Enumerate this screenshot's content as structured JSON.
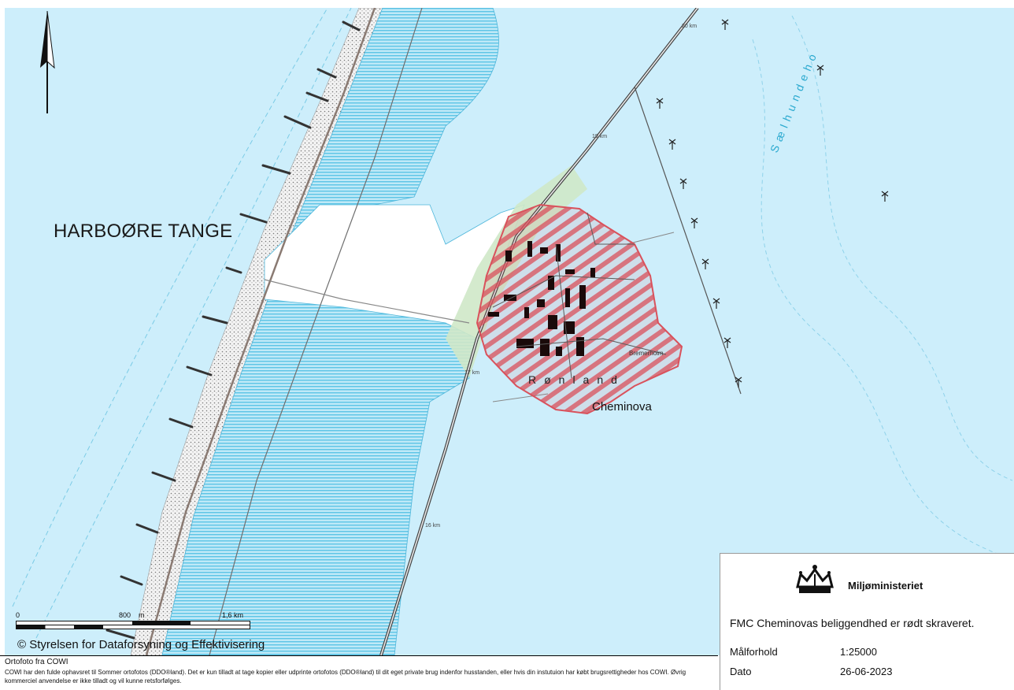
{
  "map": {
    "area_label": "HARBOØRE TANGE",
    "site_label": "Cheminova",
    "town_label": "Rønland",
    "sub_label": "Bremerholm",
    "water_label": "Sælhundeho",
    "km_markers": [
      "20 km",
      "19 km",
      "17 km",
      "16 km"
    ],
    "hatch_color": "#d9525c",
    "sea_color": "#cdeefb",
    "lagoon_color": "#5fc8e8"
  },
  "scalebar": {
    "start": "0",
    "mid": "800",
    "unit_mid": "m",
    "end": "1,6 km"
  },
  "copyright": "© Styrelsen for Dataforsyning og Effektivisering",
  "ortho": {
    "title": "Ortofoto fra COWI",
    "text": "COWI har den fulde ophavsret til Sommer ortofotos (DDO®land). Det er kun tilladt at tage kopier eller udprinte ortofotos (DDO®land) til dit eget private brug indenfor husstanden, eller hvis din instutuion har købt brugsrettigheder hos COWI. Øvrig kommerciel anvendelse er ikke tilladt og vil kunne retsforfølges."
  },
  "legend": {
    "ministry": "Miljøministeriet",
    "description": "FMC Cheminovas beliggendhed er rødt skraveret.",
    "scale_label": "Målforhold",
    "scale_value": "1:25000",
    "date_label": "Dato",
    "date_value": "26-06-2023"
  },
  "icons": [
    "north-arrow-icon",
    "crown-logo-icon",
    "wind-turbine-icon"
  ]
}
